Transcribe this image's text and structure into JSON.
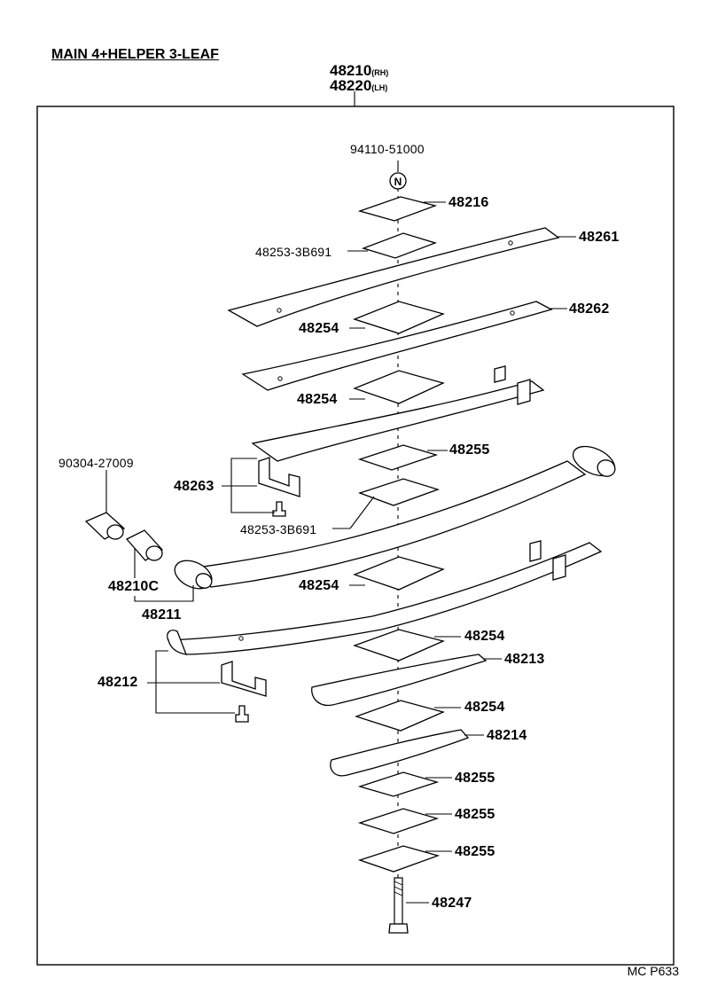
{
  "title": "MAIN 4+HELPER 3-LEAF",
  "assembly": {
    "rh_number": "48210",
    "rh_tag": "(RH)",
    "lh_number": "48220",
    "lh_tag": "(LH)"
  },
  "labels": {
    "p94110": "94110-51000",
    "nut_symbol": "N",
    "p48216": "48216",
    "p48253_top": "48253-3B691",
    "p48261": "48261",
    "p48262": "48262",
    "p48254_a": "48254",
    "p48254_b": "48254",
    "p48255_a": "48255",
    "p90304": "90304-27009",
    "p48263": "48263",
    "p48253_bot": "48253-3B691",
    "p48210c": "48210C",
    "p48211": "48211",
    "p48254_c": "48254",
    "p48254_d": "48254",
    "p48213": "48213",
    "p48212": "48212",
    "p48254_e": "48254",
    "p48214": "48214",
    "p48255_b": "48255",
    "p48255_c": "48255",
    "p48255_d": "48255",
    "p48247": "48247"
  },
  "footer": "MC P633"
}
